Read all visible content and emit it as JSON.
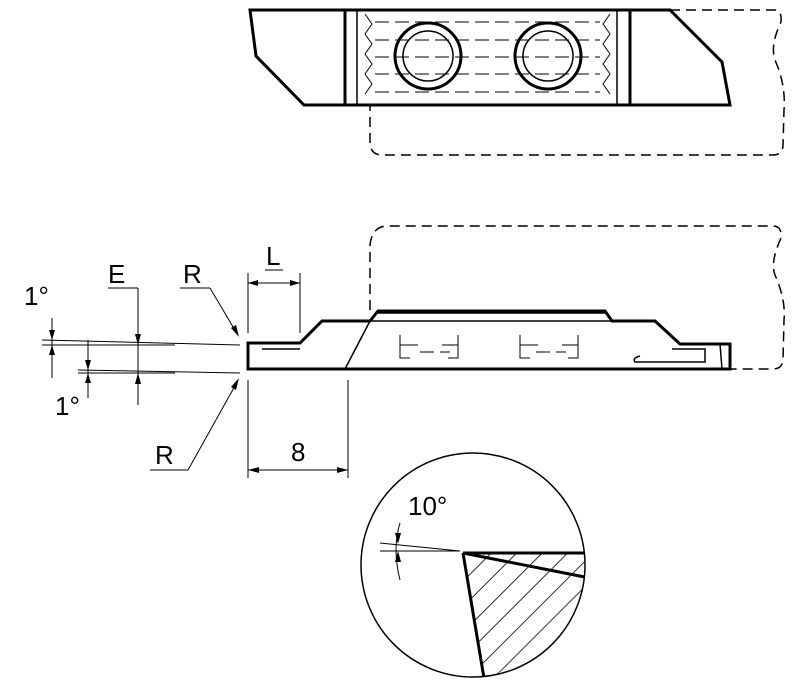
{
  "labels": {
    "angle_top": "1°",
    "angle_bottom": "1°",
    "E": "E",
    "R_top": "R",
    "R_bottom": "R",
    "L": "L",
    "width_8": "8",
    "detail_angle": "10°"
  },
  "colors": {
    "line": "#000000",
    "background": "#ffffff"
  }
}
